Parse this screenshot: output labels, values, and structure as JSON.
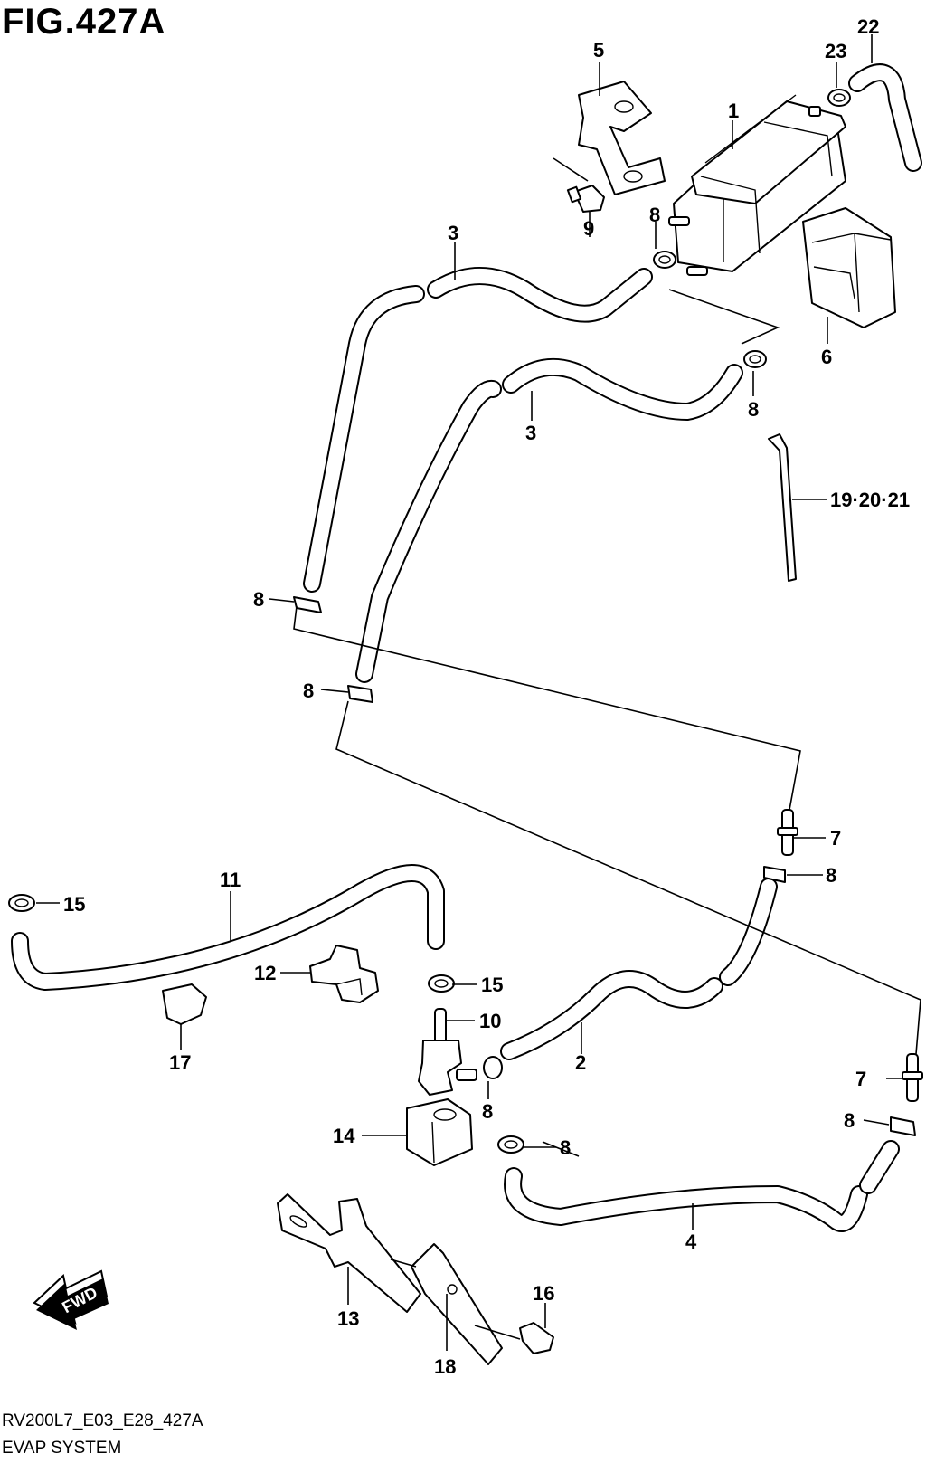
{
  "figure": {
    "title": "FIG.427A",
    "code": "RV200L7_E03_E28_427A",
    "system": "EVAP SYSTEM"
  },
  "fwd_label": "FWD",
  "callouts": {
    "c1": "1",
    "c2": "2",
    "c3a": "3",
    "c3b": "3",
    "c4": "4",
    "c5": "5",
    "c6": "6",
    "c7a": "7",
    "c7b": "7",
    "c8a": "8",
    "c8b": "8",
    "c8c": "8",
    "c8d": "8",
    "c8e": "8",
    "c8f": "8",
    "c8g": "8",
    "c8h": "8",
    "c9": "9",
    "c10": "10",
    "c11": "11",
    "c12": "12",
    "c13": "13",
    "c14": "14",
    "c15a": "15",
    "c15b": "15",
    "c16": "16",
    "c17": "17",
    "c18": "18",
    "c19": "19·20·21",
    "c22": "22",
    "c23": "23"
  }
}
